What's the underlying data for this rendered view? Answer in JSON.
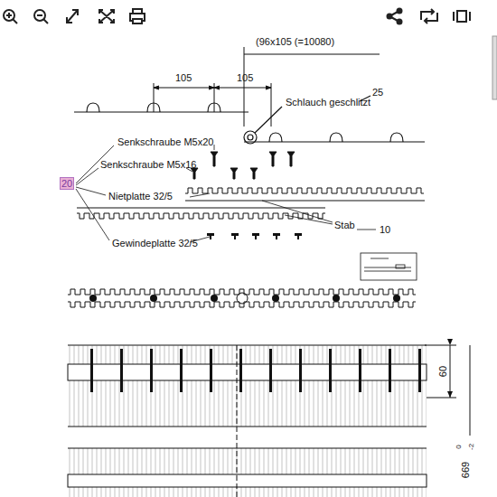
{
  "diagram": {
    "labels": [
      "(96x105 (=10080)",
      "105",
      "105",
      "Schlauch geschlitzt",
      "25",
      "Senkschraube M5x20",
      "Senkschraube M5x16",
      "20",
      "Nietplatte 32/5",
      "Stab",
      "10",
      "Gewindeplatte 32/5",
      "60",
      "669",
      "0",
      "-2"
    ]
  }
}
